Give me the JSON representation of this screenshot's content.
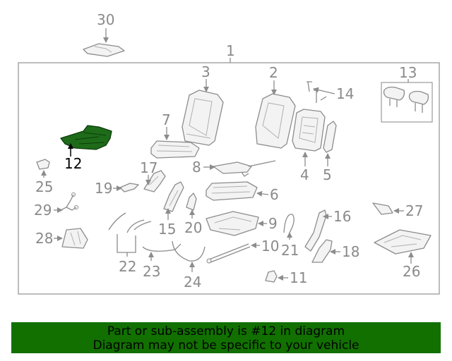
{
  "diagram": {
    "callouts": {
      "c1": "1",
      "c2": "2",
      "c3": "3",
      "c4": "4",
      "c5": "5",
      "c6": "6",
      "c7": "7",
      "c8": "8",
      "c9": "9",
      "c10": "10",
      "c11": "11",
      "c12": "12",
      "c13": "13",
      "c14": "14",
      "c15": "15",
      "c16": "16",
      "c17": "17",
      "c18": "18",
      "c19": "19",
      "c20": "20",
      "c21": "21",
      "c22": "22",
      "c23": "23",
      "c24": "24",
      "c25": "25",
      "c26": "26",
      "c27": "27",
      "c28": "28",
      "c29": "29",
      "c30": "30"
    },
    "highlighted_part": "12",
    "highlight_color": "#1e6b1a"
  },
  "banner": {
    "line1": "Part or sub-assembly is #12 in diagram",
    "line2": "Diagram may not be specific to your vehicle",
    "background": "#117000"
  }
}
